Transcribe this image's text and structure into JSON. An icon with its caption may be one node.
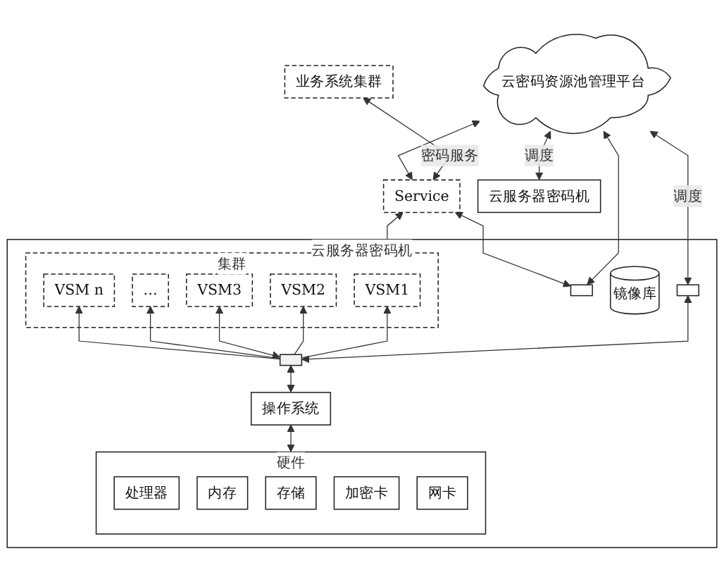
{
  "diagram": {
    "nodes": [
      {
        "text": [
          "业务系统集群"
        ]
      },
      {
        "text": [
          "云密码资源池管理平台"
        ]
      },
      {
        "text": [
          "云服务器密码机"
        ]
      },
      {
        "text": [
          "Service"
        ]
      },
      {
        "text": [],
        "shape": "box",
        "in": 2
      },
      {
        "text": [],
        "shape": "box",
        "in": 2
      },
      {
        "text": [
          "集群"
        ],
        "in": 2
      },
      {
        "text": [
          "VSM1"
        ],
        "in": 6
      },
      {
        "text": [
          "VSM2"
        ],
        "in": 6
      },
      {
        "text": [
          "VSM3"
        ],
        "in": 6
      },
      {
        "text": [
          "…"
        ],
        "in": 6
      },
      {
        "text": [
          "VSM n"
        ],
        "in": 6
      },
      {
        "text": [],
        "shape": "bar",
        "in": 2
      },
      {
        "text": [
          "镜像库"
        ],
        "in": 2
      },
      {
        "text": [
          "操作系统"
        ],
        "in": 2
      },
      {
        "text": [
          "硬件"
        ],
        "in": 2
      },
      {
        "text": [
          "处理器"
        ],
        "in": 15
      },
      {
        "text": [
          "内存"
        ],
        "in": 15
      },
      {
        "text": [
          "存储"
        ],
        "in": 15
      },
      {
        "text": [
          "加密卡"
        ],
        "in": 15
      },
      {
        "text": [
          "网卡"
        ],
        "in": 15
      },
      {
        "text": [
          "云服务器密码机"
        ]
      }
    ],
    "edges": [
      {
        "from": 0,
        "to": 3,
        "arrow": "both",
        "label": "密码服务"
      },
      {
        "from": 1,
        "to": 3,
        "arrow": "both"
      },
      {
        "from": 1,
        "to": 4,
        "arrow": "both"
      },
      {
        "from": 1,
        "to": 5,
        "arrow": "both",
        "label": "调度"
      },
      {
        "from": 1,
        "to": 21,
        "arrow": "both",
        "label": "调度"
      },
      {
        "from": 3,
        "to": 4,
        "arrow": "both"
      },
      {
        "from": 3,
        "to": 6,
        "arrow": "both"
      },
      {
        "from": 5,
        "to": 12,
        "arrow": "both"
      },
      {
        "from": 12,
        "to": 7,
        "arrow": "to"
      },
      {
        "from": 12,
        "to": 8,
        "arrow": "to"
      },
      {
        "from": 12,
        "to": 9,
        "arrow": "both"
      },
      {
        "from": 12,
        "to": 10,
        "arrow": "to"
      },
      {
        "from": 12,
        "to": 11,
        "arrow": "to"
      },
      {
        "from": 12,
        "to": 14,
        "arrow": "both"
      },
      {
        "from": 14,
        "to": 15,
        "arrow": "both"
      }
    ]
  }
}
